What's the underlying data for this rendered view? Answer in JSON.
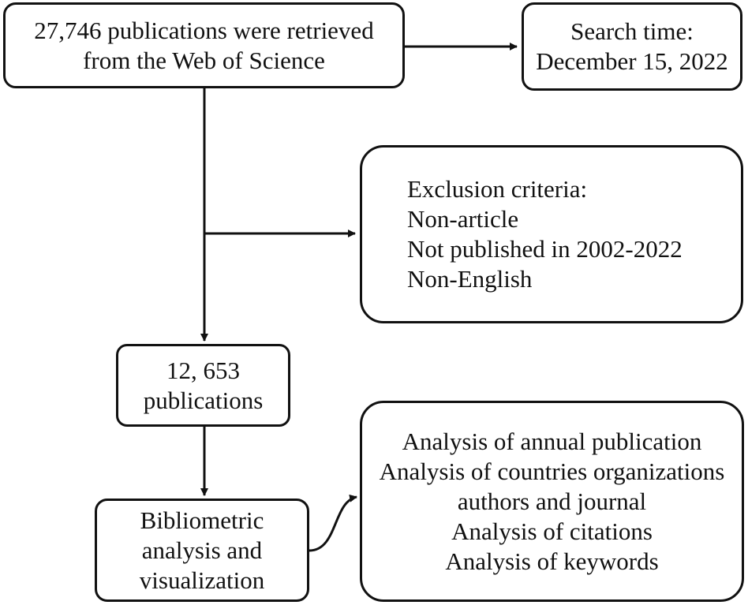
{
  "diagram": {
    "nodes": {
      "retrieved": {
        "lines": [
          "27,746 publications were retrieved",
          "from the Web of Science"
        ]
      },
      "search_time": {
        "lines": [
          "Search time:",
          "December 15, 2022"
        ]
      },
      "exclusion": {
        "lines": [
          "Exclusion criteria:",
          "Non-article",
          "Not published in 2002-2022",
          "Non-English"
        ]
      },
      "count": {
        "lines": [
          "12, 653",
          "publications"
        ]
      },
      "bibliometric": {
        "lines": [
          "Bibliometric",
          "analysis and",
          "visualization"
        ]
      },
      "analysis": {
        "lines": [
          "Analysis of annual publication",
          "Analysis of countries organizations",
          "authors and journal",
          "Analysis of citations",
          "Analysis of keywords"
        ]
      }
    },
    "edges": [
      {
        "from": "retrieved",
        "to": "search_time"
      },
      {
        "from": "retrieved",
        "to": "exclusion"
      },
      {
        "from": "retrieved",
        "to": "count"
      },
      {
        "from": "count",
        "to": "bibliometric"
      },
      {
        "from": "bibliometric",
        "to": "analysis"
      }
    ],
    "colors": {
      "stroke": "#111111",
      "background": "#ffffff"
    }
  }
}
